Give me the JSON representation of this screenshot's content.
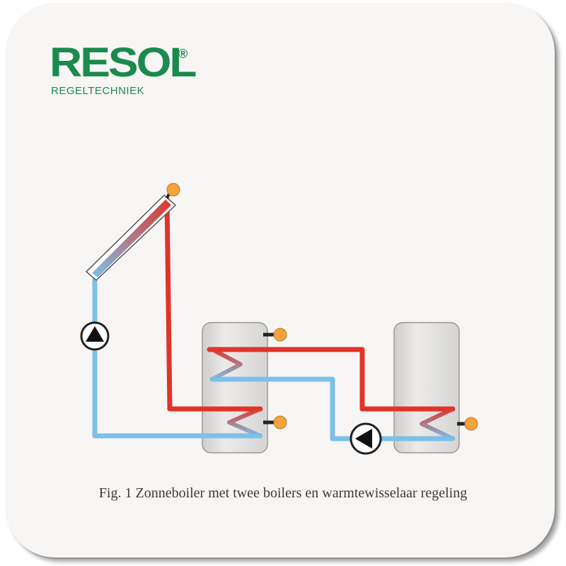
{
  "logo": {
    "brand": "RESOL",
    "registered": "®",
    "subtitle": "REGELTECHNIEK"
  },
  "caption": "Fig. 1 Zonneboiler met twee boilers en warmtewisselaar regeling",
  "colors": {
    "hot": "#e0342b",
    "cold": "#7cc0e8",
    "brand": "#1a8a4e",
    "sensor": "#f3a23d",
    "tank": "#dedddb"
  }
}
